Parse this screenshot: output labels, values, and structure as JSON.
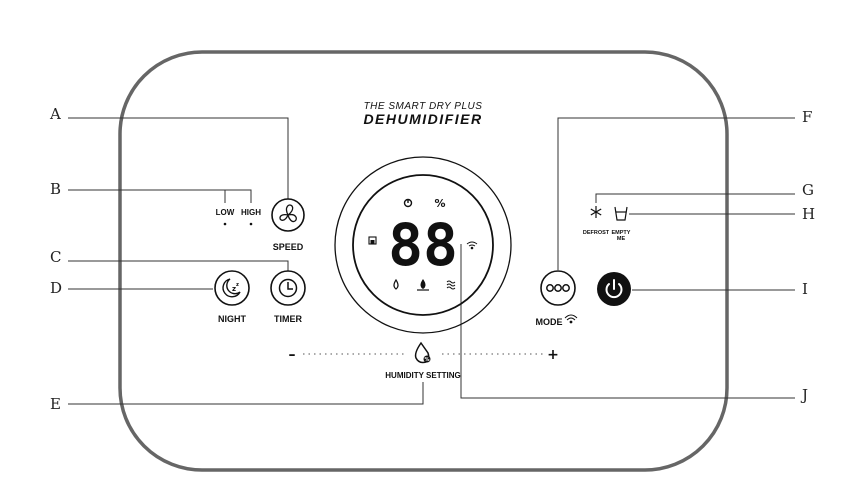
{
  "brand": {
    "tagline": "THE SMART DRY PLUS",
    "product": "DEHUMIDIFIER"
  },
  "callouts": [
    "A",
    "B",
    "C",
    "D",
    "E",
    "F",
    "G",
    "H",
    "I",
    "J"
  ],
  "buttons": {
    "speed": "SPEED",
    "low": "LOW",
    "high": "HIGH",
    "timer": "TIMER",
    "night": "NIGHT",
    "mode": "MODE",
    "humidity": "HUMIDITY SETTING",
    "defrost": "DEFROST",
    "empty_line1": "EMPTY",
    "empty_line2": "ME"
  },
  "display": {
    "digits": "88",
    "percent": "%",
    "minus": "–",
    "plus": "+"
  }
}
